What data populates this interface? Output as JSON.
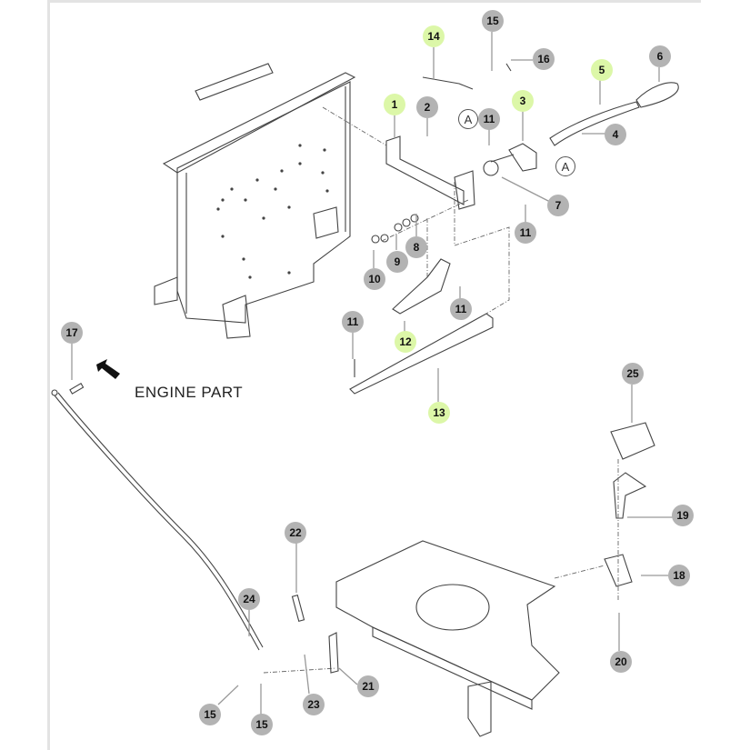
{
  "diagram": {
    "annotation": "ENGINE PART",
    "highlight_color": "#dcf7a8",
    "callout_color": "#b3b3b3",
    "callouts": [
      {
        "label": "1",
        "highlighted": true
      },
      {
        "label": "2",
        "highlighted": false
      },
      {
        "label": "3",
        "highlighted": true
      },
      {
        "label": "4",
        "highlighted": false
      },
      {
        "label": "5",
        "highlighted": true
      },
      {
        "label": "6",
        "highlighted": false
      },
      {
        "label": "7",
        "highlighted": false
      },
      {
        "label": "8",
        "highlighted": false
      },
      {
        "label": "9",
        "highlighted": false
      },
      {
        "label": "10",
        "highlighted": false
      },
      {
        "label": "11",
        "highlighted": false
      },
      {
        "label": "11",
        "highlighted": false
      },
      {
        "label": "11",
        "highlighted": false
      },
      {
        "label": "11",
        "highlighted": false
      },
      {
        "label": "12",
        "highlighted": true
      },
      {
        "label": "13",
        "highlighted": true
      },
      {
        "label": "14",
        "highlighted": true
      },
      {
        "label": "15",
        "highlighted": false
      },
      {
        "label": "15",
        "highlighted": false
      },
      {
        "label": "15",
        "highlighted": false
      },
      {
        "label": "16",
        "highlighted": false
      },
      {
        "label": "17",
        "highlighted": false
      },
      {
        "label": "18",
        "highlighted": false
      },
      {
        "label": "19",
        "highlighted": false
      },
      {
        "label": "20",
        "highlighted": false
      },
      {
        "label": "21",
        "highlighted": false
      },
      {
        "label": "22",
        "highlighted": false
      },
      {
        "label": "23",
        "highlighted": false
      },
      {
        "label": "24",
        "highlighted": false
      },
      {
        "label": "25",
        "highlighted": false
      }
    ],
    "reference_marks": [
      "A",
      "A"
    ]
  }
}
